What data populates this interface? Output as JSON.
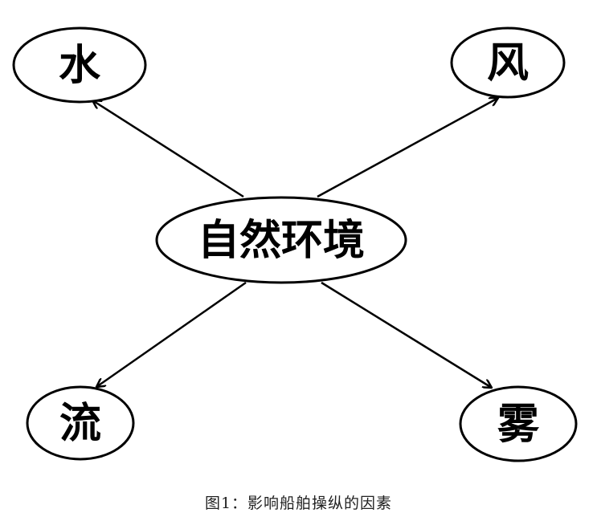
{
  "diagram": {
    "center": {
      "label": "自然环境"
    },
    "nodes": {
      "top_left": {
        "label": "水"
      },
      "top_right": {
        "label": "风"
      },
      "bottom_left": {
        "label": "流"
      },
      "bottom_right": {
        "label": "雾"
      }
    }
  },
  "caption": "图1：影响船舶操纵的因素",
  "colors": {
    "stroke": "#000000",
    "background": "#ffffff"
  }
}
